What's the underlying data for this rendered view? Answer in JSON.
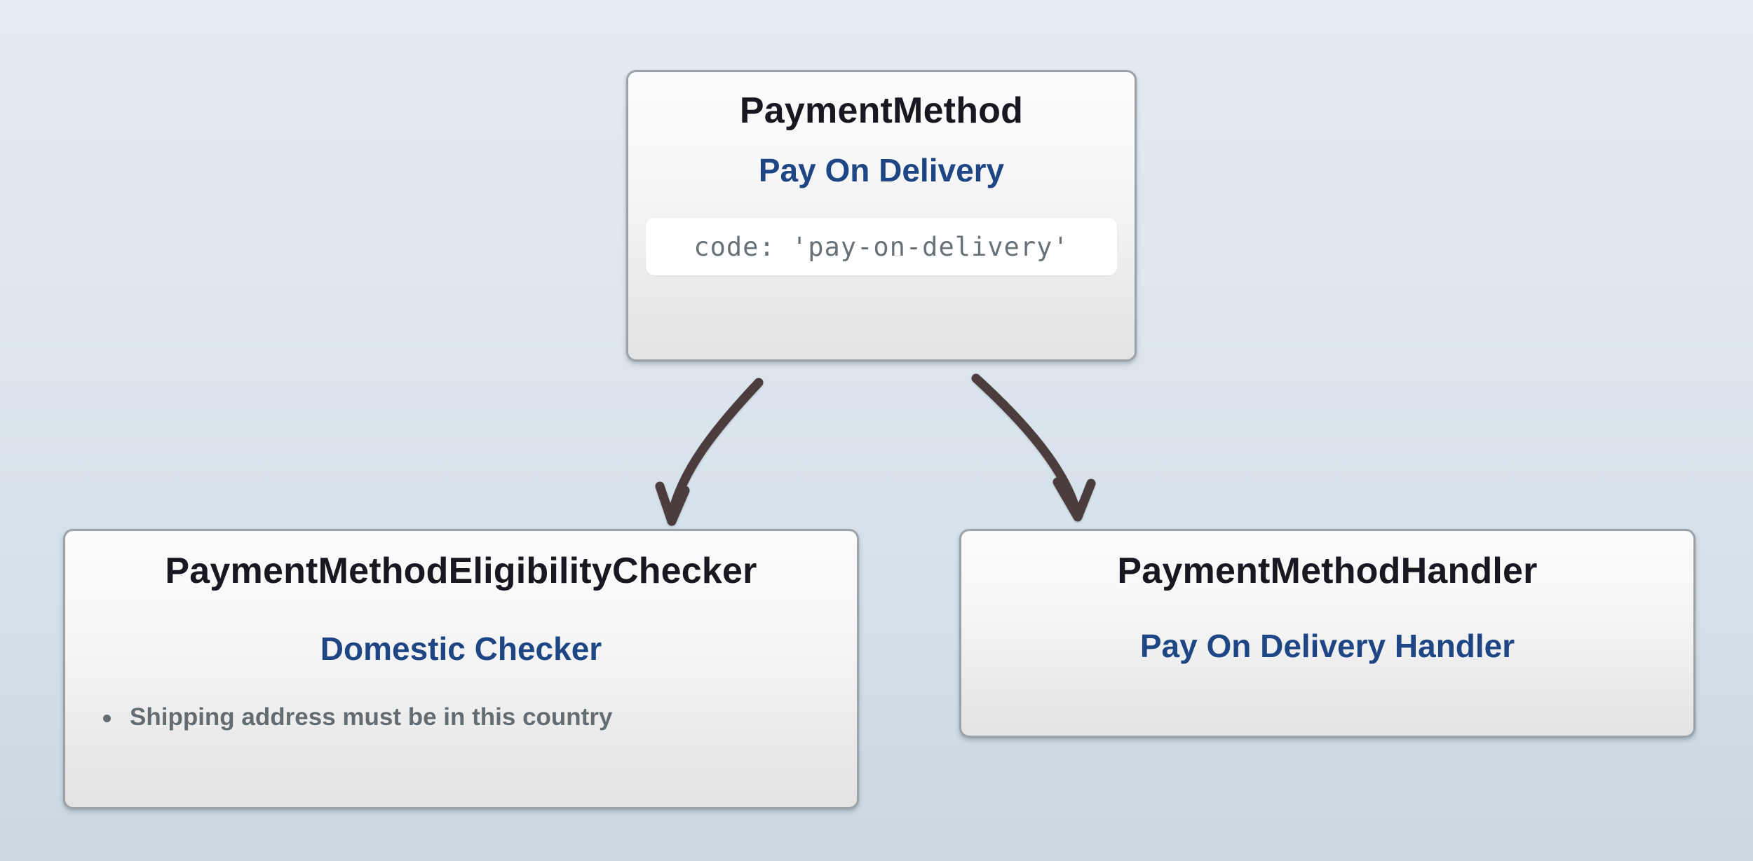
{
  "diagram": {
    "type": "hierarchy",
    "background_gradient_top": "#e4ebf1",
    "background_gradient_bottom": "#cbd8e2",
    "accent_blue": "#1e4685",
    "title_color": "#181820",
    "muted_color": "#636c71",
    "border_color": "#9ba3a8",
    "arrow_color": "#4b3d3d"
  },
  "nodes": {
    "payment_method": {
      "type_label": "PaymentMethod",
      "name_label": "Pay On Delivery",
      "code_line": "code: 'pay-on-delivery'"
    },
    "eligibility_checker": {
      "type_label": "PaymentMethodEligibilityChecker",
      "name_label": "Domestic Checker",
      "bullets": [
        "Shipping address must be in this country"
      ]
    },
    "handler": {
      "type_label": "PaymentMethodHandler",
      "name_label": "Pay On Delivery Handler"
    }
  },
  "edges": [
    {
      "from": "payment_method",
      "to": "eligibility_checker",
      "style": "curved-arrow"
    },
    {
      "from": "payment_method",
      "to": "handler",
      "style": "curved-arrow"
    }
  ]
}
